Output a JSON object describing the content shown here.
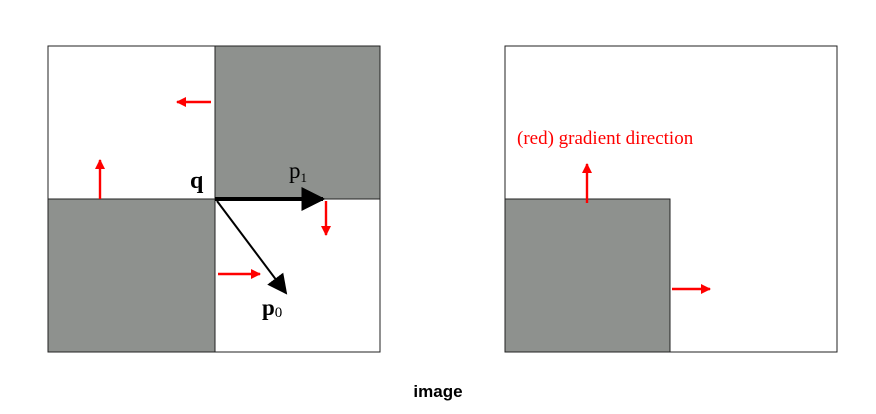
{
  "colors": {
    "gray_fill": "#8e918e",
    "border": "#222222",
    "gradient_arrow": "#ff0000",
    "vector_arrow": "#000000",
    "background": "#ffffff"
  },
  "left_panel": {
    "point_label": "q",
    "vector_p1": {
      "base": "p",
      "sub": "1"
    },
    "vector_p0": {
      "base": "p",
      "sub": "0"
    }
  },
  "right_panel": {
    "annotation": "(red) gradient direction"
  },
  "caption": "image"
}
